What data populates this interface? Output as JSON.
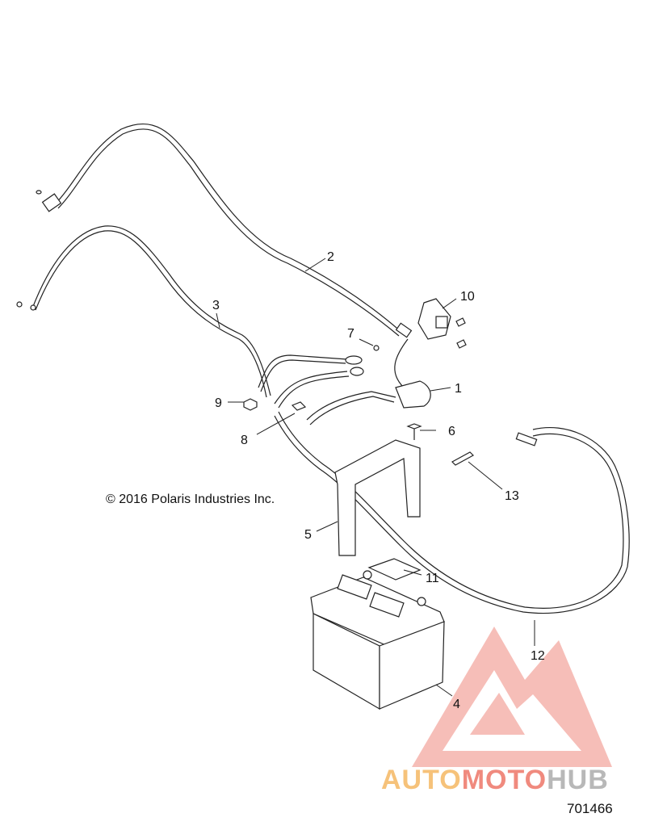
{
  "copyright": "© 2016 Polaris Industries Inc.",
  "figure_number": "701466",
  "watermark": {
    "text_parts": [
      "AUTO",
      "MOTO",
      "HUB"
    ],
    "colors": [
      "#f6c27a",
      "#f08a7e",
      "#b8b8b8"
    ],
    "logo_color": "#f29a90"
  },
  "callouts": [
    "1",
    "2",
    "3",
    "4",
    "5",
    "6",
    "7",
    "8",
    "9",
    "10",
    "11",
    "12",
    "13"
  ]
}
